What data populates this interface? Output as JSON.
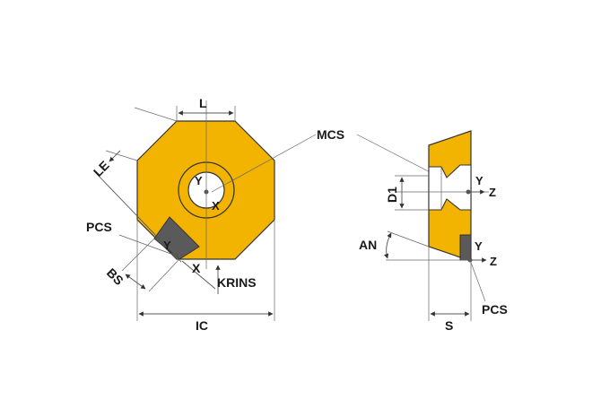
{
  "labels": {
    "L": "L",
    "LE": "LE",
    "MCS": "MCS",
    "PCS_left": "PCS",
    "BS": "BS",
    "X_pcs": "X",
    "KRINS": "KRINS",
    "IC": "IC",
    "Y_mcs": "Y",
    "X_mcs": "X",
    "Y_pcs": "Y",
    "D1": "D1",
    "AN": "AN",
    "S": "S",
    "PCS_right": "PCS",
    "Y_side_top": "Y",
    "Z_side_top": "Z",
    "Y_side_bottom": "Y",
    "Z_side_bottom": "Z"
  },
  "colors": {
    "insert": "#f2b400",
    "insert_dark": "#d89e00",
    "cutting_edge": "#5a5a5a",
    "outline": "#333333",
    "dimension": "#555555",
    "background": "#ffffff"
  }
}
